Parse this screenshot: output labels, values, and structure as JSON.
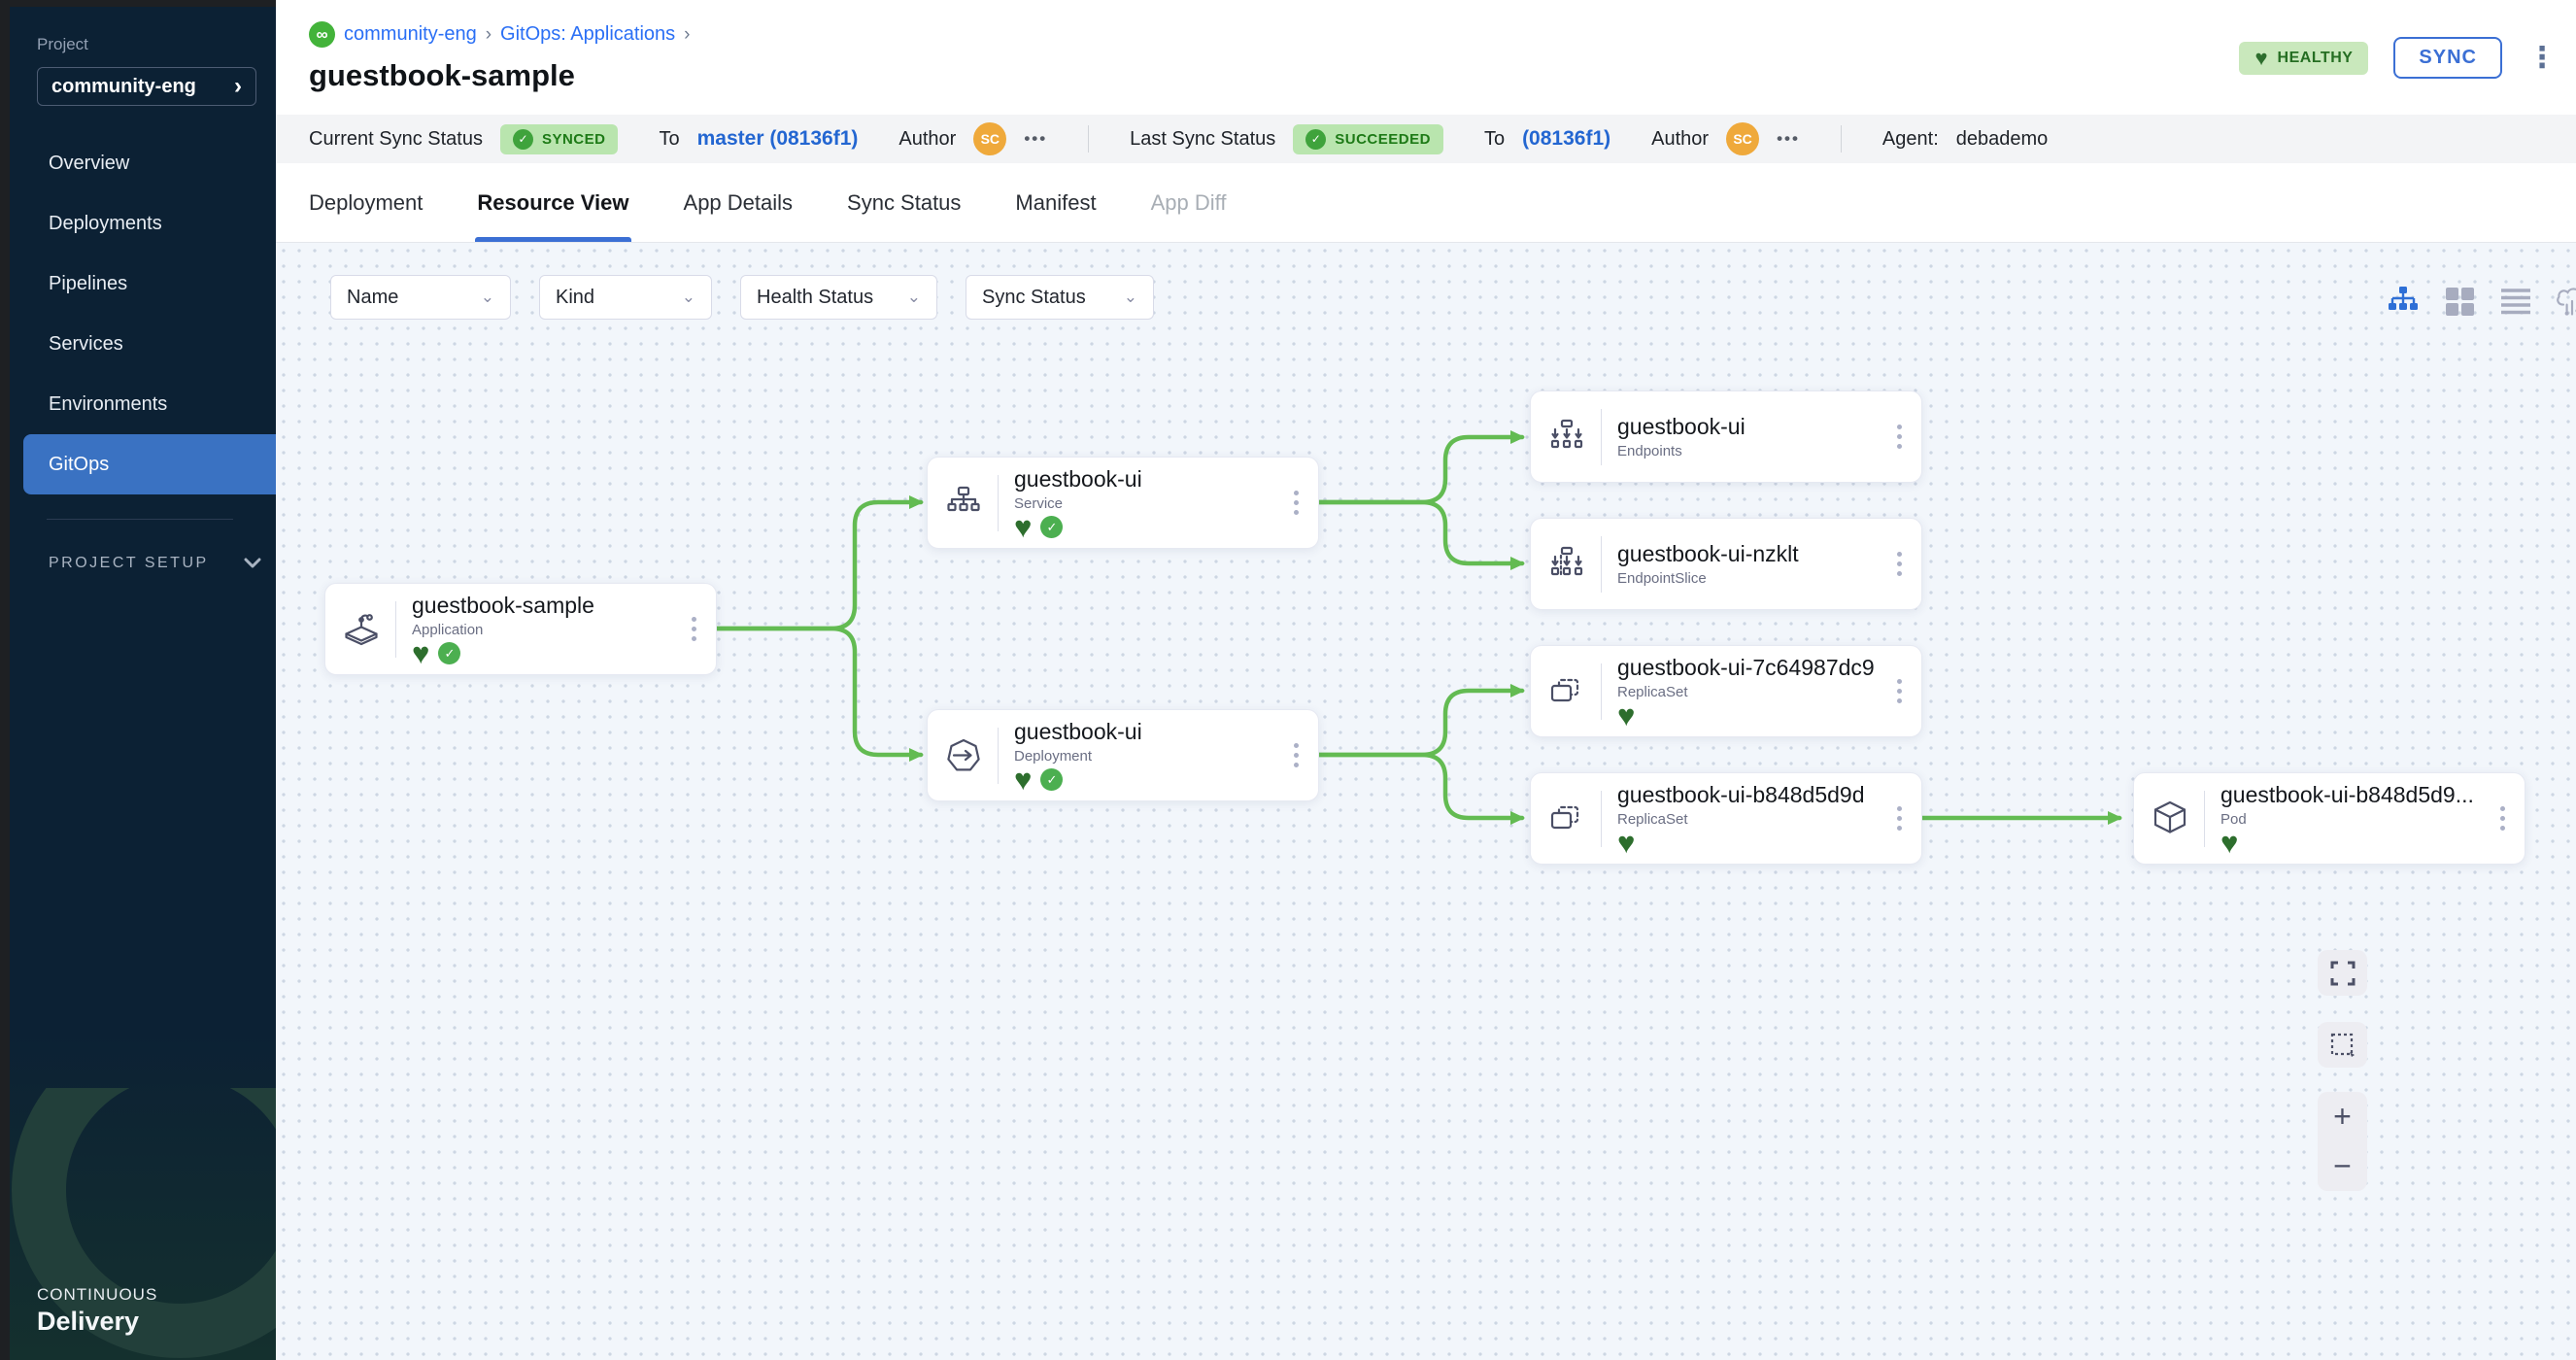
{
  "sidebar": {
    "project_label": "Project",
    "project_name": "community-eng",
    "items": [
      {
        "label": "Overview"
      },
      {
        "label": "Deployments"
      },
      {
        "label": "Pipelines"
      },
      {
        "label": "Services"
      },
      {
        "label": "Environments"
      },
      {
        "label": "GitOps",
        "active": true
      }
    ],
    "project_setup_label": "PROJECT SETUP",
    "brand_top": "CONTINUOUS",
    "brand_bottom": "Delivery"
  },
  "header": {
    "breadcrumb": [
      "community-eng",
      "GitOps: Applications"
    ],
    "title": "guestbook-sample",
    "health_badge": "HEALTHY",
    "sync_button": "SYNC"
  },
  "status_bar": {
    "current_label": "Current Sync Status",
    "current_badge": "SYNCED",
    "to_label": "To",
    "current_target": "master (08136f1)",
    "author_label": "Author",
    "author_initials": "SC",
    "more": "•••",
    "last_label": "Last Sync Status",
    "last_badge": "SUCCEEDED",
    "last_target": "(08136f1)",
    "agent_label": "Agent:",
    "agent_value": "debademo"
  },
  "tabs": [
    {
      "label": "Deployment"
    },
    {
      "label": "Resource View",
      "active": true
    },
    {
      "label": "App Details"
    },
    {
      "label": "Sync Status"
    },
    {
      "label": "Manifest"
    },
    {
      "label": "App Diff",
      "disabled": true
    }
  ],
  "filters": [
    {
      "label": "Name"
    },
    {
      "label": "Kind"
    },
    {
      "label": "Health Status"
    },
    {
      "label": "Sync Status"
    }
  ],
  "nodes": [
    {
      "title": "guestbook-sample",
      "kind": "Application",
      "healthy": true,
      "synced": true
    },
    {
      "title": "guestbook-ui",
      "kind": "Service",
      "healthy": true,
      "synced": true
    },
    {
      "title": "guestbook-ui",
      "kind": "Deployment",
      "healthy": true,
      "synced": true
    },
    {
      "title": "guestbook-ui",
      "kind": "Endpoints"
    },
    {
      "title": "guestbook-ui-nzklt",
      "kind": "EndpointSlice"
    },
    {
      "title": "guestbook-ui-7c64987dc9",
      "kind": "ReplicaSet",
      "healthy": true
    },
    {
      "title": "guestbook-ui-b848d5d9d",
      "kind": "ReplicaSet",
      "healthy": true
    },
    {
      "title": "guestbook-ui-b848d5d9...",
      "kind": "Pod",
      "healthy": true
    }
  ],
  "colors": {
    "accent_blue": "#3b6fd4",
    "nav_active_blue": "#3a72c2",
    "link_blue": "#2a6ff5",
    "ref_blue": "#2366d1",
    "success_badge_bg": "#b9e5ae",
    "success_badge_text": "#1d7a16",
    "healthy_badge_bg": "#c9e8bc",
    "heart_green": "#2d6e2d",
    "check_green": "#4caf50",
    "edge_green": "#63bb52",
    "avatar_orange": "#efa93b",
    "sidebar_navy": "#0c2134",
    "canvas_bg": "#f2f6fb"
  }
}
